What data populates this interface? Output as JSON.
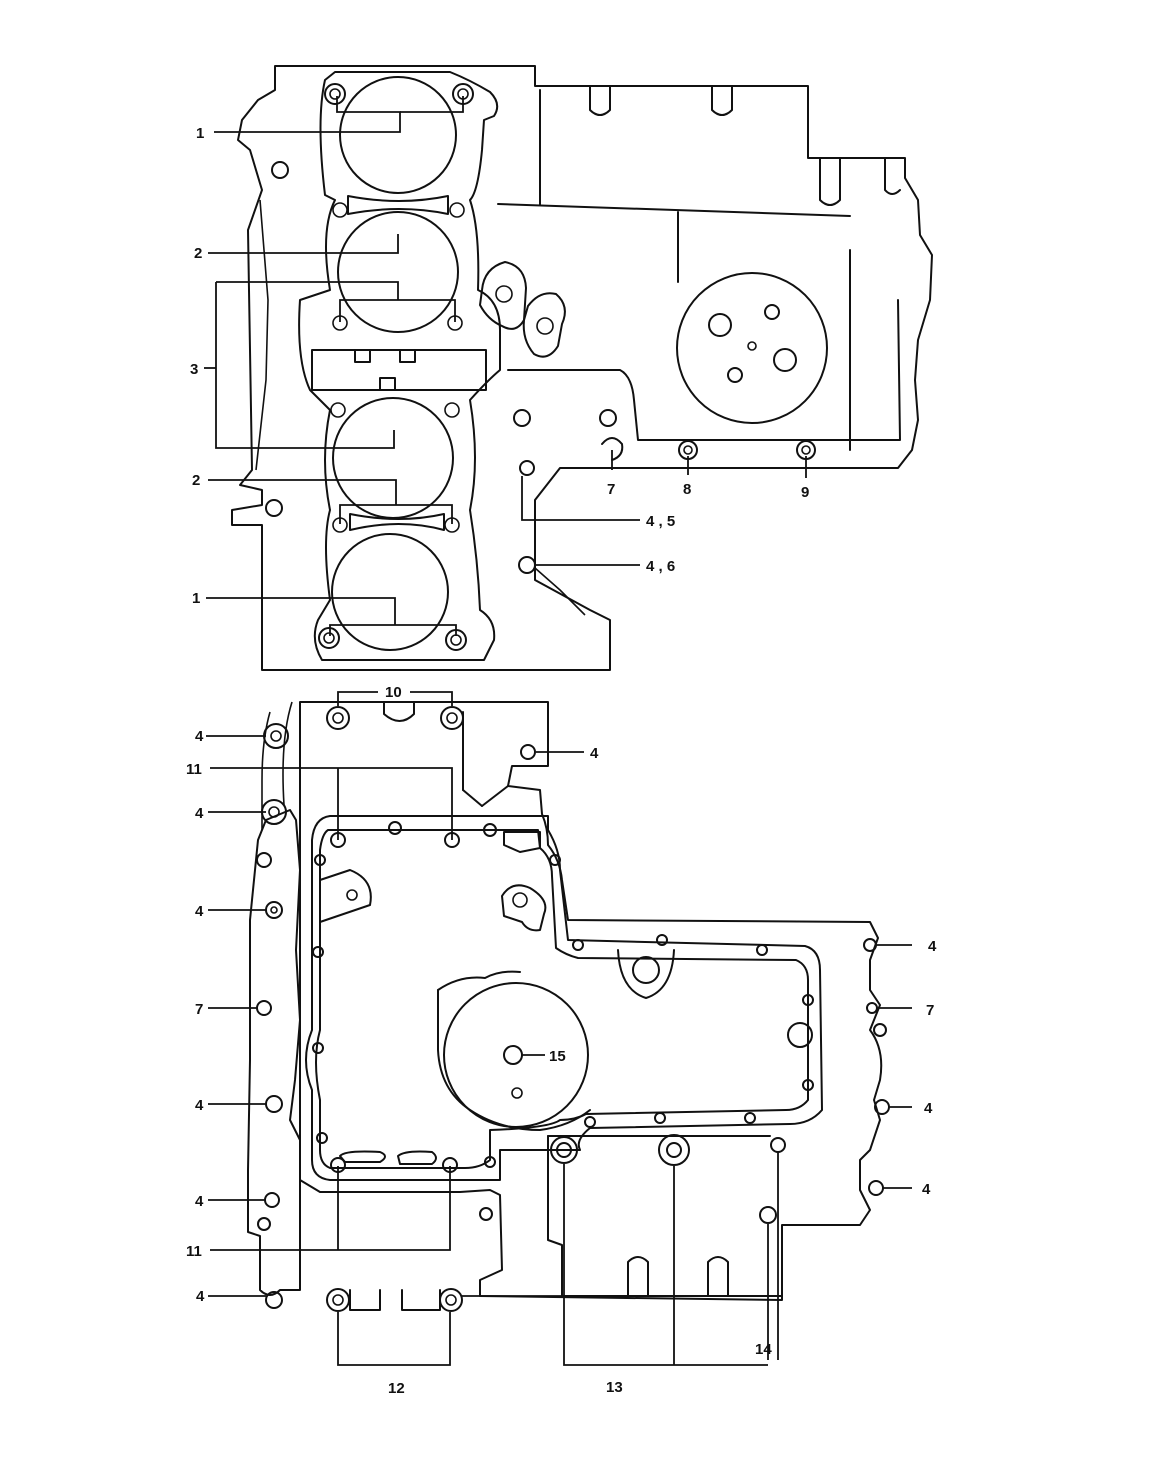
{
  "callouts": {
    "top_1a": "1",
    "top_2a": "2",
    "top_3": "3",
    "top_2b": "2",
    "top_1b": "1",
    "top_7": "7",
    "top_8": "8",
    "top_9": "9",
    "top_45": "4 , 5",
    "top_46": "4 , 6",
    "bot_10": "10",
    "bot_4a": "4",
    "bot_4b": "4",
    "bot_11a": "11",
    "bot_4c": "4",
    "bot_4d": "4",
    "bot_7a": "7",
    "bot_4e": "4",
    "bot_4f": "4",
    "bot_11b": "11",
    "bot_4g": "4",
    "bot_12": "12",
    "bot_13": "13",
    "bot_14": "14",
    "bot_15": "15",
    "bot_4r1": "4",
    "bot_7r": "7",
    "bot_4r2": "4",
    "bot_4r3": "4"
  }
}
